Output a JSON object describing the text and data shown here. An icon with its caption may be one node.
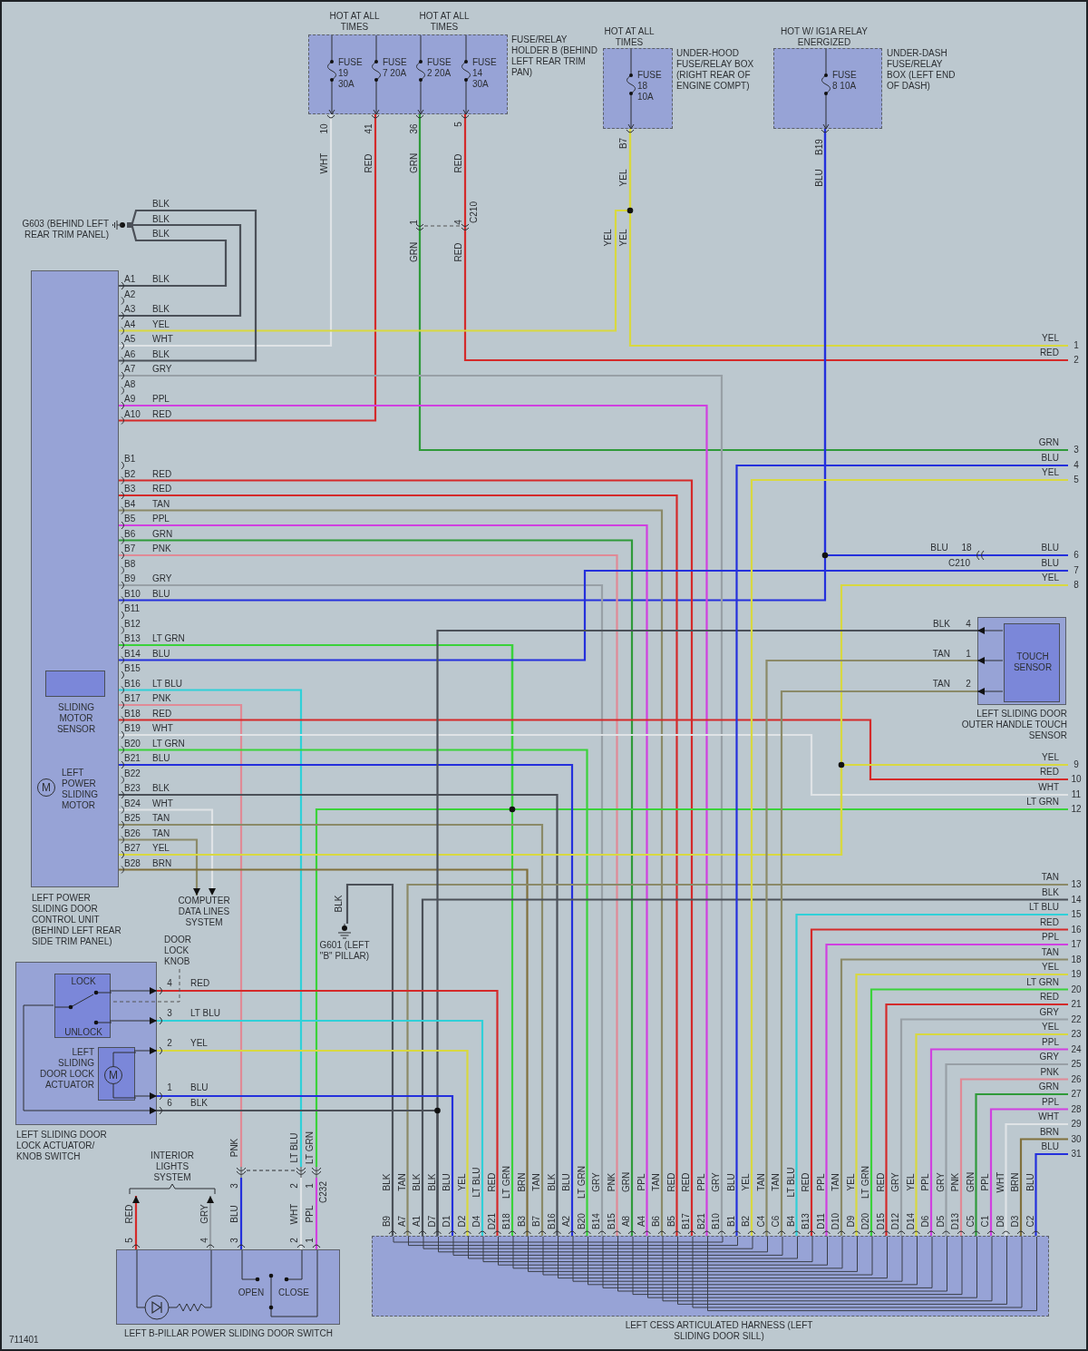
{
  "diagram": {
    "nodes": [
      {
        "text": [
          "FUSE/RELAY HOLDER B (BEHIND LEFT REAR TRIM PAN)"
        ],
        "beside": [
          "HOT AT ALL TIMES",
          "HOT AT ALL TIMES"
        ]
      },
      {
        "text": [
          "FUSE 19 30A"
        ],
        "in": 0
      },
      {
        "text": [
          "FUSE 7 20A"
        ],
        "in": 0
      },
      {
        "text": [
          "FUSE 2 20A"
        ],
        "in": 0
      },
      {
        "text": [
          "FUSE 14 30A"
        ],
        "in": 0
      },
      {
        "text": [
          "UNDER-HOOD FUSE/RELAY BOX (RIGHT REAR OF ENGINE COMPT)"
        ],
        "beside": [
          "HOT AT ALL TIMES"
        ]
      },
      {
        "text": [
          "FUSE 18 10A"
        ],
        "in": 5
      },
      {
        "text": [
          "UNDER-DASH FUSE/RELAY BOX (LEFT END OF DASH)"
        ],
        "beside": [
          "HOT W/ IG1A RELAY ENERGIZED"
        ]
      },
      {
        "text": [
          "FUSE 8 10A"
        ],
        "in": 7
      },
      {
        "text": [
          "G603 (BEHIND LEFT REAR TRIM PANEL)"
        ]
      },
      {
        "text": [
          "LEFT POWER SLIDING DOOR CONTROL UNIT (BEHIND LEFT REAR SIDE TRIM PANEL)"
        ]
      },
      {
        "text": [
          "SLIDING MOTOR SENSOR"
        ],
        "in": 10
      },
      {
        "text": [
          "M",
          "LEFT POWER SLIDING MOTOR"
        ],
        "in": 10
      },
      {
        "text": [
          "COMPUTER DATA LINES SYSTEM"
        ]
      },
      {
        "text": [
          "G601 (LEFT \"B\" PILLAR)"
        ]
      },
      {
        "text": [
          "LEFT SLIDING DOOR OUTER HANDLE TOUCH SENSOR"
        ]
      },
      {
        "text": [
          "TOUCH SENSOR"
        ],
        "in": 15
      },
      {
        "text": [
          "LEFT SLIDING DOOR LOCK ACTUATOR/ KNOB SWITCH"
        ],
        "beside": [
          "DOOR LOCK KNOB"
        ]
      },
      {
        "text": [
          "LOCK",
          "UNLOCK"
        ],
        "in": 17
      },
      {
        "text": [
          "LEFT SLIDING DOOR LOCK ACTUATOR",
          "M"
        ],
        "in": 17
      },
      {
        "text": [
          "INTERIOR LIGHTS SYSTEM"
        ]
      },
      {
        "text": [
          "C232"
        ]
      },
      {
        "text": [
          "OPEN",
          "CLOSE",
          "LEFT B-PILLAR POWER SLIDING DOOR SWITCH"
        ]
      },
      {
        "text": [
          "LEFT CESS ARTICULATED HARNESS (LEFT SLIDING DOOR SILL)"
        ]
      },
      {
        "text": [
          "1"
        ]
      },
      {
        "text": [
          "2"
        ]
      },
      {
        "text": [
          "3"
        ]
      },
      {
        "text": [
          "4"
        ]
      },
      {
        "text": [
          "5"
        ]
      },
      {
        "text": [
          "6"
        ]
      },
      {
        "text": [
          "7"
        ]
      },
      {
        "text": [
          "8"
        ]
      },
      {
        "text": [
          "9"
        ]
      },
      {
        "text": [
          "10"
        ]
      },
      {
        "text": [
          "11"
        ]
      },
      {
        "text": [
          "12"
        ]
      },
      {
        "text": [
          "13"
        ]
      },
      {
        "text": [
          "14"
        ]
      },
      {
        "text": [
          "15"
        ]
      },
      {
        "text": [
          "16"
        ]
      },
      {
        "text": [
          "17"
        ]
      },
      {
        "text": [
          "18"
        ]
      },
      {
        "text": [
          "19"
        ]
      },
      {
        "text": [
          "20"
        ]
      },
      {
        "text": [
          "21"
        ]
      },
      {
        "text": [
          "22"
        ]
      },
      {
        "text": [
          "23"
        ]
      },
      {
        "text": [
          "24"
        ]
      },
      {
        "text": [
          "25"
        ]
      },
      {
        "text": [
          "26"
        ]
      },
      {
        "text": [
          "27"
        ]
      },
      {
        "text": [
          "28"
        ]
      },
      {
        "text": [
          "29"
        ]
      },
      {
        "text": [
          "30"
        ]
      },
      {
        "text": [
          "31"
        ]
      }
    ],
    "edges": [
      {
        "from": 1,
        "to": 10,
        "arrow": "none",
        "color": "#dfe3e6"
      },
      {
        "from": 2,
        "to": 10,
        "arrow": "none",
        "color": "#d42a2a"
      },
      {
        "from": 3,
        "to": 26,
        "arrow": "none",
        "color": "#2f9a3a"
      },
      {
        "from": 4,
        "to": 25,
        "arrow": "none",
        "color": "#d42a2a"
      },
      {
        "from": 6,
        "to": 10,
        "arrow": "none",
        "color": "#d8d840"
      },
      {
        "from": 6,
        "to": 24,
        "arrow": "none",
        "color": "#d8d840"
      },
      {
        "from": 8,
        "to": 10,
        "arrow": "none",
        "color": "#2430dc"
      },
      {
        "from": 8,
        "to": 29,
        "arrow": "none",
        "color": "#2430dc"
      },
      {
        "from": 9,
        "to": 10,
        "arrow": "none",
        "color": "#4b5058"
      },
      {
        "from": 9,
        "to": 10,
        "arrow": "none",
        "color": "#4b5058"
      },
      {
        "from": 9,
        "to": 10,
        "arrow": "none",
        "color": "#4b5058"
      },
      {
        "from": 10,
        "to": 23,
        "arrow": "none",
        "color": "#98a0a6"
      },
      {
        "from": 10,
        "to": 23,
        "arrow": "none",
        "color": "#d040e0"
      },
      {
        "from": 10,
        "to": 23,
        "arrow": "none",
        "color": "#d42a2a"
      },
      {
        "from": 10,
        "to": 23,
        "arrow": "none",
        "color": "#d42a2a"
      },
      {
        "from": 10,
        "to": 23,
        "arrow": "none",
        "color": "#8b8a68"
      },
      {
        "from": 10,
        "to": 23,
        "arrow": "none",
        "color": "#d040e0"
      },
      {
        "from": 10,
        "to": 23,
        "arrow": "none",
        "color": "#2f9a3a"
      },
      {
        "from": 10,
        "to": 23,
        "arrow": "none",
        "color": "#e08a96"
      },
      {
        "from": 10,
        "to": 23,
        "arrow": "none",
        "color": "#98a0a6"
      },
      {
        "from": 10,
        "to": 23,
        "arrow": "none",
        "color": "#3ad23a"
      },
      {
        "from": 10,
        "to": 35,
        "arrow": "none",
        "color": "#3ad23a"
      },
      {
        "from": 10,
        "to": 21,
        "arrow": "none",
        "color": "#3ad23a"
      },
      {
        "from": 10,
        "to": 30,
        "arrow": "none",
        "color": "#2430dc"
      },
      {
        "from": 10,
        "to": 21,
        "arrow": "none",
        "color": "#30d0d8"
      },
      {
        "from": 10,
        "to": 21,
        "arrow": "none",
        "color": "#e08a96"
      },
      {
        "from": 21,
        "to": 22,
        "arrow": "none",
        "color": "#2430dc"
      },
      {
        "from": 21,
        "to": 22,
        "arrow": "none",
        "color": "#dfe3e6"
      },
      {
        "from": 21,
        "to": 22,
        "arrow": "none",
        "color": "#d040e0"
      },
      {
        "from": 10,
        "to": 33,
        "arrow": "none",
        "color": "#d42a2a"
      },
      {
        "from": 10,
        "to": 34,
        "arrow": "none",
        "color": "#dfe3e6"
      },
      {
        "from": 10,
        "to": 23,
        "arrow": "none",
        "color": "#3ad23a"
      },
      {
        "from": 10,
        "to": 23,
        "arrow": "none",
        "color": "#2430dc"
      },
      {
        "from": 10,
        "to": 23,
        "arrow": "none",
        "color": "#4b5058"
      },
      {
        "from": 10,
        "to": 13,
        "arrow": "to",
        "color": "#dfe3e6"
      },
      {
        "from": 10,
        "to": 23,
        "arrow": "none",
        "color": "#8b8a68"
      },
      {
        "from": 10,
        "to": 13,
        "arrow": "to",
        "color": "#8b8a68"
      },
      {
        "from": 10,
        "to": 31,
        "arrow": "none",
        "color": "#d8d840"
      },
      {
        "from": 10,
        "to": 32,
        "arrow": "none",
        "color": "#d8d840"
      },
      {
        "from": 10,
        "to": 23,
        "arrow": "none",
        "color": "#80703c"
      },
      {
        "from": 23,
        "to": 14,
        "arrow": "none",
        "color": "#4b5058"
      },
      {
        "from": 23,
        "to": 36,
        "arrow": "none",
        "color": "#8b8a68"
      },
      {
        "from": 23,
        "to": 37,
        "arrow": "none",
        "color": "#4b5058"
      },
      {
        "from": 23,
        "to": 15,
        "arrow": "none",
        "color": "#4b5058"
      },
      {
        "from": 23,
        "to": 17,
        "arrow": "none",
        "color": "#4b5058"
      },
      {
        "from": 23,
        "to": 17,
        "arrow": "none",
        "color": "#2430dc"
      },
      {
        "from": 23,
        "to": 17,
        "arrow": "none",
        "color": "#d8d840"
      },
      {
        "from": 23,
        "to": 17,
        "arrow": "none",
        "color": "#30d0d8"
      },
      {
        "from": 23,
        "to": 17,
        "arrow": "none",
        "color": "#d42a2a"
      },
      {
        "from": 23,
        "to": 27,
        "arrow": "none",
        "color": "#2430dc"
      },
      {
        "from": 23,
        "to": 28,
        "arrow": "none",
        "color": "#d8d840"
      },
      {
        "from": 23,
        "to": 15,
        "arrow": "none",
        "color": "#8b8a68"
      },
      {
        "from": 23,
        "to": 15,
        "arrow": "none",
        "color": "#8b8a68"
      },
      {
        "from": 23,
        "to": 38,
        "arrow": "none",
        "color": "#30d0d8"
      },
      {
        "from": 23,
        "to": 39,
        "arrow": "none",
        "color": "#d42a2a"
      },
      {
        "from": 23,
        "to": 40,
        "arrow": "none",
        "color": "#d040e0"
      },
      {
        "from": 23,
        "to": 41,
        "arrow": "none",
        "color": "#8b8a68"
      },
      {
        "from": 23,
        "to": 42,
        "arrow": "none",
        "color": "#d8d840"
      },
      {
        "from": 23,
        "to": 43,
        "arrow": "none",
        "color": "#3ad23a"
      },
      {
        "from": 23,
        "to": 44,
        "arrow": "none",
        "color": "#d42a2a"
      },
      {
        "from": 23,
        "to": 45,
        "arrow": "none",
        "color": "#98a0a6"
      },
      {
        "from": 23,
        "to": 46,
        "arrow": "none",
        "color": "#d8d840"
      },
      {
        "from": 23,
        "to": 47,
        "arrow": "none",
        "color": "#d040e0"
      },
      {
        "from": 23,
        "to": 48,
        "arrow": "none",
        "color": "#98a0a6"
      },
      {
        "from": 23,
        "to": 49,
        "arrow": "none",
        "color": "#e08a96"
      },
      {
        "from": 23,
        "to": 50,
        "arrow": "none",
        "color": "#2f9a3a"
      },
      {
        "from": 23,
        "to": 51,
        "arrow": "none",
        "color": "#d040e0"
      },
      {
        "from": 23,
        "to": 52,
        "arrow": "none",
        "color": "#dfe3e6"
      },
      {
        "from": 23,
        "to": 53,
        "arrow": "none",
        "color": "#80703c"
      },
      {
        "from": 23,
        "to": 54,
        "arrow": "none",
        "color": "#2430dc"
      },
      {
        "from": 22,
        "to": 20,
        "arrow": "to",
        "color": "#d42a2a"
      },
      {
        "from": 22,
        "to": 20,
        "arrow": "to",
        "color": "#98a0a6"
      },
      {
        "from": 16,
        "to": 15,
        "arrow": "to",
        "color": "#2c2f33"
      },
      {
        "from": 16,
        "to": 15,
        "arrow": "to",
        "color": "#2c2f33"
      },
      {
        "from": 16,
        "to": 15,
        "arrow": "to",
        "color": "#2c2f33"
      },
      {
        "from": 18,
        "to": 17,
        "arrow": "to",
        "color": "#2c2f33"
      },
      {
        "from": 18,
        "to": 17,
        "arrow": "to",
        "color": "#2c2f33"
      },
      {
        "from": 18,
        "to": 17,
        "arrow": "to",
        "color": "#2c2f33"
      },
      {
        "from": 19,
        "to": 17,
        "arrow": "to",
        "color": "#2c2f33"
      },
      {
        "from": 19,
        "to": 17,
        "arrow": "to",
        "color": "#2c2f33"
      }
    ],
    "labels": [
      "10",
      "WHT",
      "41",
      "RED",
      "36",
      "GRN",
      "5",
      "RED",
      "1",
      "4",
      "C210",
      "GRN",
      "RED",
      "B7",
      "YEL",
      "YEL",
      "YEL",
      "B19",
      "BLU",
      "BLK",
      "BLK",
      "BLK",
      "A1",
      "BLK",
      "A2",
      "A3",
      "BLK",
      "A4",
      "YEL",
      "A5",
      "WHT",
      "A6",
      "BLK",
      "A7",
      "GRY",
      "A8",
      "A9",
      "PPL",
      "A10",
      "RED",
      "B1",
      "B2",
      "RED",
      "B3",
      "RED",
      "B4",
      "TAN",
      "B5",
      "PPL",
      "B6",
      "GRN",
      "B7",
      "PNK",
      "B8",
      "B9",
      "GRY",
      "B10",
      "BLU",
      "B11",
      "B12",
      "B13",
      "LT GRN",
      "B14",
      "BLU",
      "B15",
      "B16",
      "LT BLU",
      "B17",
      "PNK",
      "B18",
      "RED",
      "B19",
      "WHT",
      "B20",
      "LT GRN",
      "B21",
      "BLU",
      "B22",
      "B23",
      "BLK",
      "B24",
      "WHT",
      "B25",
      "TAN",
      "B26",
      "TAN",
      "B27",
      "YEL",
      "B28",
      "BRN",
      "YEL",
      "RED",
      "GRN",
      "BLU",
      "YEL",
      "BLU",
      "18",
      "C210",
      "BLU",
      "BLU",
      "YEL",
      "BLK",
      "4",
      "TAN",
      "1",
      "TAN",
      "2",
      "YEL",
      "RED",
      "WHT",
      "LT GRN",
      "TAN",
      "BLK",
      "LT BLU",
      "RED",
      "PPL",
      "TAN",
      "YEL",
      "LT GRN",
      "RED",
      "GRY",
      "YEL",
      "PPL",
      "GRY",
      "PNK",
      "GRN",
      "PPL",
      "WHT",
      "BRN",
      "BLU",
      "BLK",
      "4",
      "RED",
      "3",
      "LT BLU",
      "2",
      "YEL",
      "1",
      "BLU",
      "6",
      "BLK",
      "PNK",
      "LT BLU",
      "LT GRN",
      "3",
      "2",
      "1",
      "RED",
      "GRY",
      "BLU",
      "WHT",
      "PPL",
      "5",
      "4",
      "3",
      "2",
      "1",
      "BLK",
      "B9",
      "TAN",
      "A7",
      "BLK",
      "A1",
      "BLK",
      "D7",
      "BLU",
      "D1",
      "YEL",
      "D2",
      "LT BLU",
      "D4",
      "RED",
      "D21",
      "LT GRN",
      "B18",
      "BRN",
      "B3",
      "TAN",
      "B7",
      "BLK",
      "B16",
      "BLU",
      "A2",
      "LT GRN",
      "B20",
      "GRY",
      "B14",
      "PNK",
      "B15",
      "GRN",
      "A8",
      "PPL",
      "A4",
      "TAN",
      "B6",
      "RED",
      "B5",
      "RED",
      "B17",
      "PPL",
      "B21",
      "GRY",
      "B10",
      "BLU",
      "B1",
      "YEL",
      "B2",
      "TAN",
      "C4",
      "TAN",
      "C6",
      "LT BLU",
      "B4",
      "RED",
      "B13",
      "PPL",
      "D11",
      "TAN",
      "D10",
      "YEL",
      "D9",
      "LT GRN",
      "D20",
      "RED",
      "D15",
      "GRY",
      "D12",
      "YEL",
      "D14",
      "PPL",
      "D6",
      "GRY",
      "D5",
      "PNK",
      "D13",
      "GRN",
      "C5",
      "PPL",
      "C1",
      "WHT",
      "D8",
      "BRN",
      "D3",
      "BLU",
      "C2",
      "711401"
    ]
  }
}
